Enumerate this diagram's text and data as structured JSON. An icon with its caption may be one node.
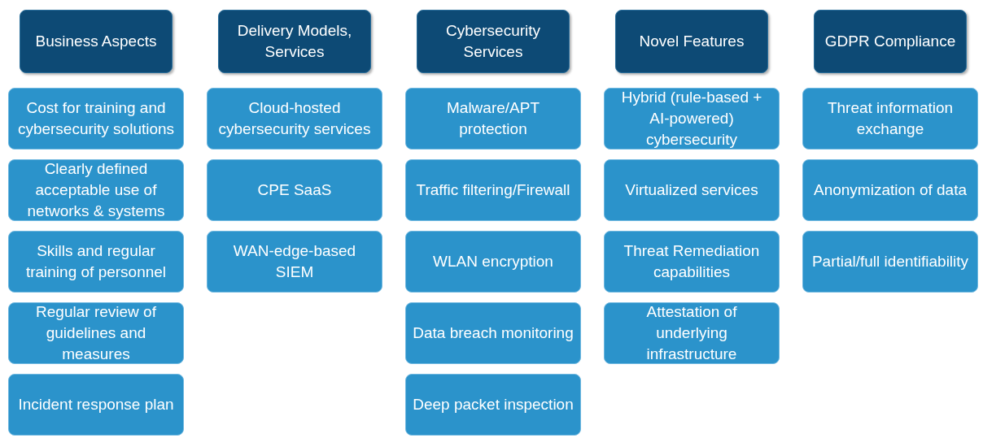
{
  "diagram": {
    "nodes": [
      {
        "text": [
          "Business Aspects"
        ]
      },
      {
        "text": [
          "Cost for training and cybersecurity solutions"
        ]
      },
      {
        "text": [
          "Clearly defined acceptable use of networks & systems"
        ]
      },
      {
        "text": [
          "Skills and regular training of personnel"
        ]
      },
      {
        "text": [
          "Regular review of guidelines and measures"
        ]
      },
      {
        "text": [
          "Incident response plan"
        ]
      },
      {
        "text": [
          "Delivery Models, Services"
        ]
      },
      {
        "text": [
          "Cloud-hosted cybersecurity services"
        ]
      },
      {
        "text": [
          "CPE SaaS"
        ]
      },
      {
        "text": [
          "WAN-edge-based SIEM"
        ]
      },
      {
        "text": [
          "Cybersecurity Services"
        ]
      },
      {
        "text": [
          "Malware/APT protection"
        ]
      },
      {
        "text": [
          "Traffic filtering/Firewall"
        ]
      },
      {
        "text": [
          "WLAN encryption"
        ]
      },
      {
        "text": [
          "Data breach monitoring"
        ]
      },
      {
        "text": [
          "Deep packet inspection"
        ]
      },
      {
        "text": [
          "Novel Features"
        ]
      },
      {
        "text": [
          "Hybrid (rule-based + AI-powered) cybersecurity"
        ]
      },
      {
        "text": [
          "Virtualized services"
        ]
      },
      {
        "text": [
          "Threat Remediation capabilities"
        ]
      },
      {
        "text": [
          "Attestation of underlying infrastructure"
        ]
      },
      {
        "text": [
          "GDPR Compliance"
        ]
      },
      {
        "text": [
          "Threat information exchange"
        ]
      },
      {
        "text": [
          "Anonymization of data"
        ]
      },
      {
        "text": [
          "Partial/full identifiability"
        ]
      }
    ]
  }
}
